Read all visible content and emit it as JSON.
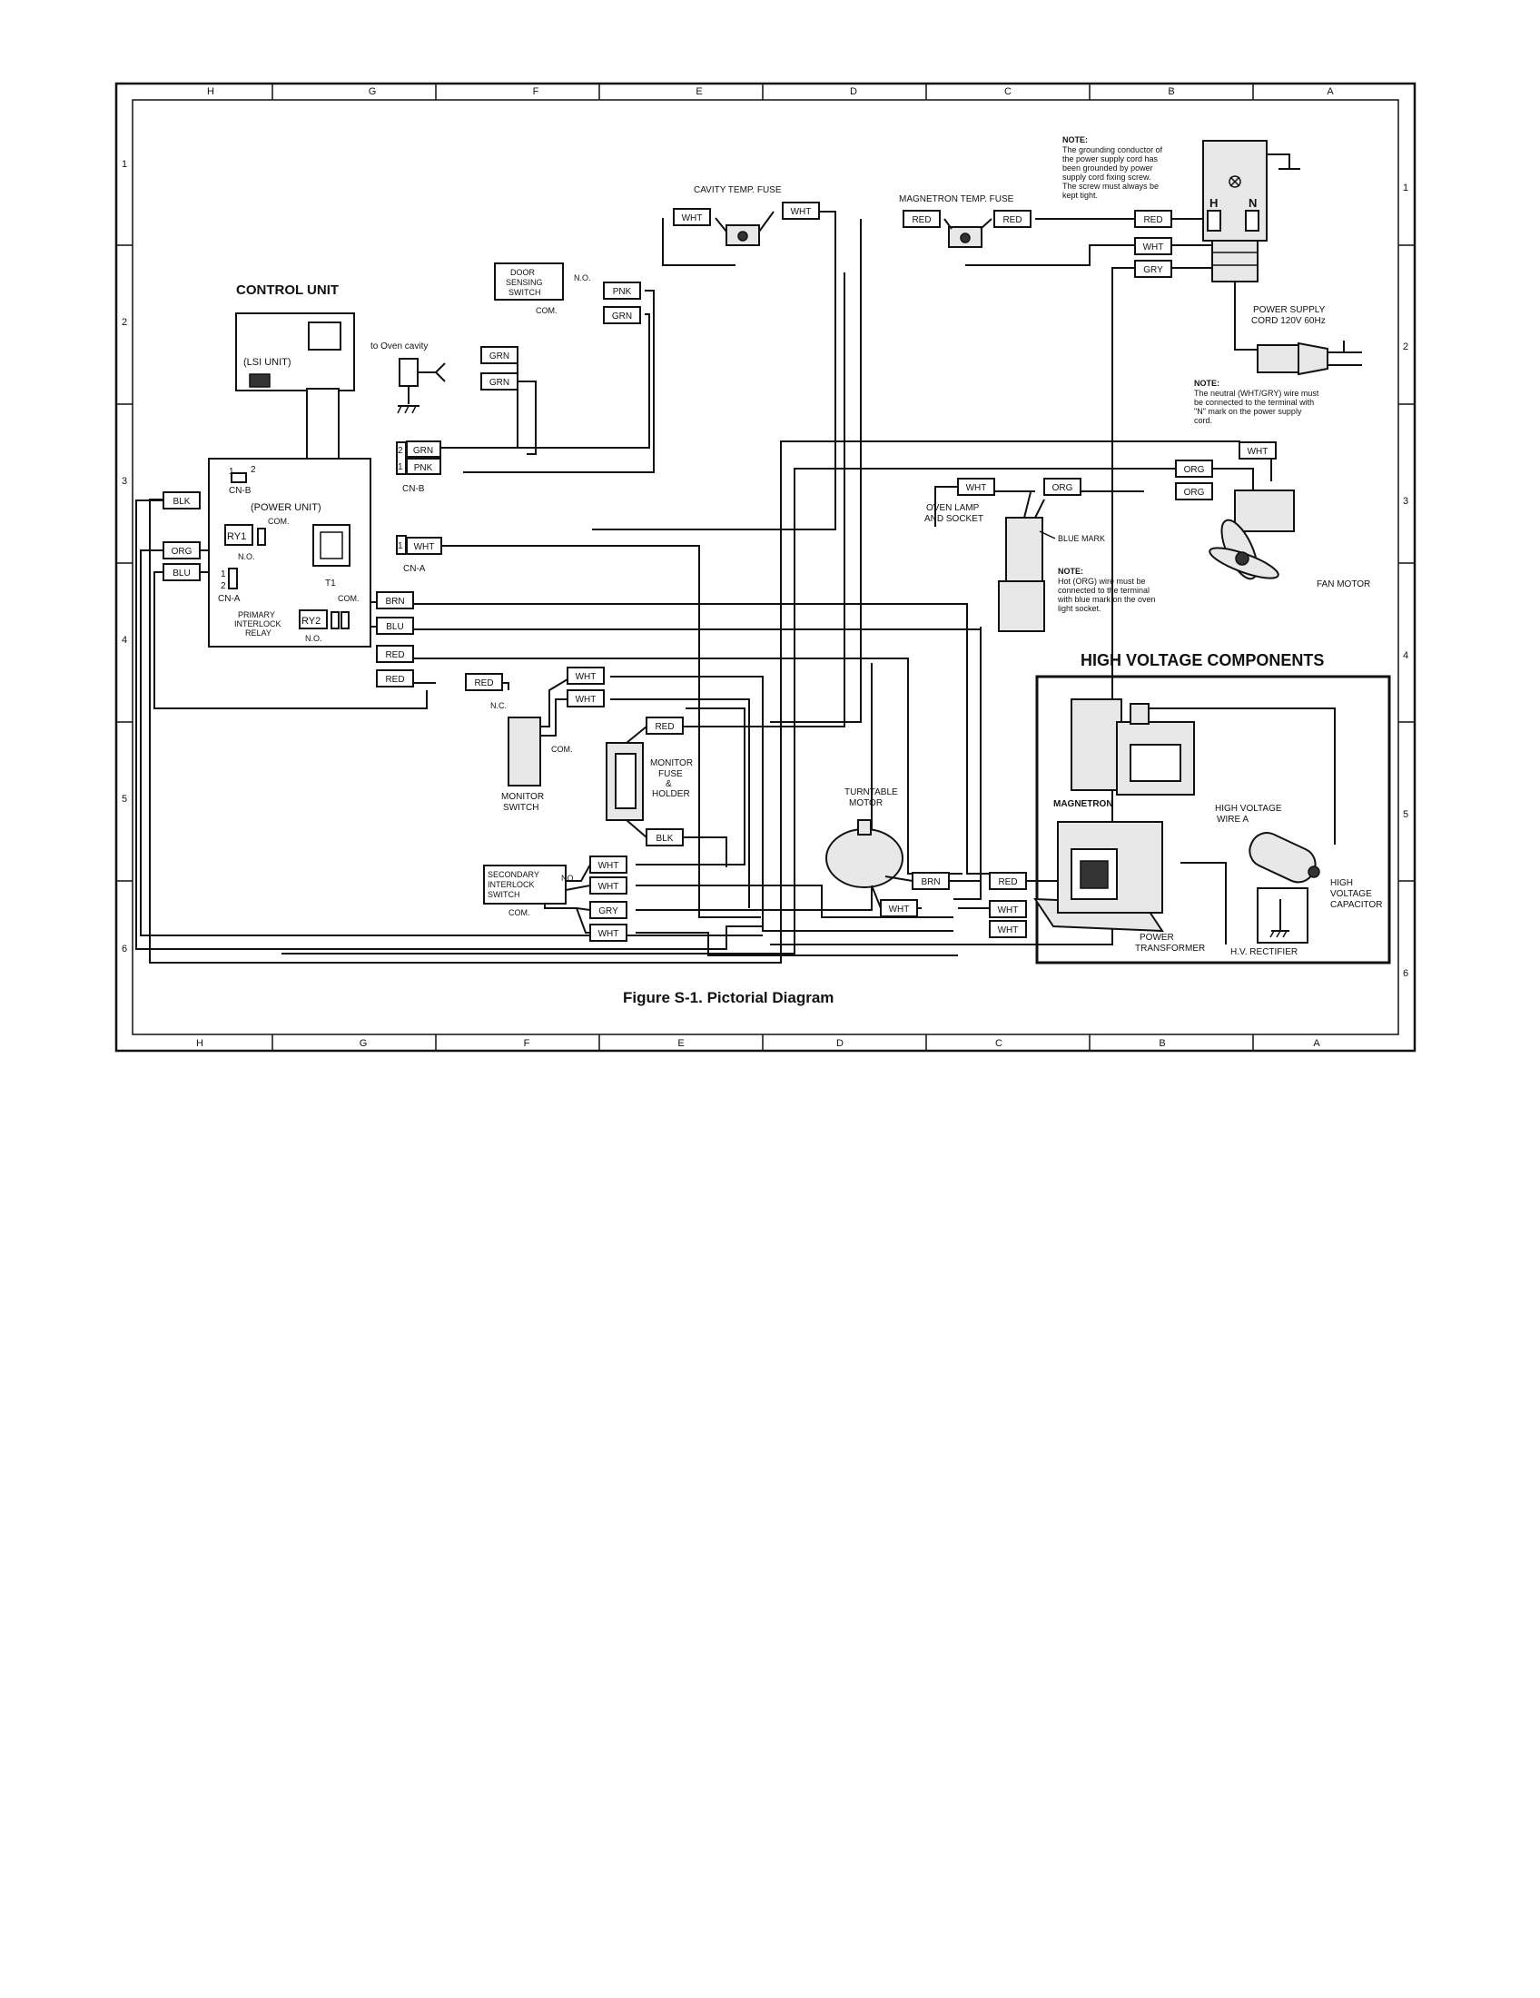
{
  "frame": {
    "cols_top": [
      "H",
      "G",
      "F",
      "E",
      "D",
      "C",
      "B",
      "A"
    ],
    "cols_bottom": [
      "H",
      "G",
      "F",
      "E",
      "D",
      "C",
      "B",
      "A"
    ],
    "rows_left": [
      "1",
      "2",
      "3",
      "4",
      "5",
      "6"
    ],
    "rows_right": [
      "1",
      "2",
      "3",
      "4",
      "5",
      "6"
    ]
  },
  "labels": {
    "control_unit": "CONTROL UNIT",
    "lsi_unit": "(LSI UNIT)",
    "power_unit": "(POWER UNIT)",
    "com": "COM.",
    "no": "N.O.",
    "nc": "N.C.",
    "no_short": "NO",
    "ry1": "RY1",
    "ry2": "RY2",
    "t1": "T1",
    "cn_b": "CN-B",
    "cn_a": "CN-A",
    "pin1": "1",
    "pin2": "2",
    "primary_relay": [
      "PRIMARY",
      "INTERLOCK",
      "RELAY"
    ],
    "to_oven_cavity": "to Oven cavity",
    "door_switch": [
      "DOOR",
      "SENSING",
      "SWITCH"
    ],
    "cavity_fuse": "CAVITY TEMP. FUSE",
    "magnetron_fuse": "MAGNETRON TEMP. FUSE",
    "h": "H",
    "n": "N",
    "power_cord": [
      "POWER SUPPLY",
      "CORD 120V 60Hz"
    ],
    "note_ground": [
      "NOTE:",
      "The grounding conductor of",
      "the power supply cord has",
      "been grounded by power",
      "supply cord fixing screw.",
      "The screw must always be",
      "kept tight."
    ],
    "note_neutral": [
      "NOTE:",
      "The neutral (WHT/GRY) wire must",
      "be connected to the terminal with",
      "\"N\" mark on the power supply",
      "cord."
    ],
    "oven_lamp": [
      "OVEN LAMP",
      "AND SOCKET"
    ],
    "blue_mark": "BLUE MARK",
    "note_hot": [
      "NOTE:",
      "Hot (ORG) wire must be",
      "connected to the terminal",
      "with blue mark on the oven",
      "light socket."
    ],
    "fan_motor": "FAN MOTOR",
    "hv_title": "HIGH VOLTAGE COMPONENTS",
    "magnetron": "MAGNETRON",
    "hv_wire": [
      "HIGH VOLTAGE",
      "WIRE A"
    ],
    "hv_capacitor": [
      "HIGH",
      "VOLTAGE",
      "CAPACITOR"
    ],
    "power_transformer": [
      "POWER",
      "TRANSFORMER"
    ],
    "hv_rectifier": "H.V. RECTIFIER",
    "monitor_switch": [
      "MONITOR",
      "SWITCH"
    ],
    "monitor_fuse": [
      "MONITOR",
      "FUSE",
      "&",
      "HOLDER"
    ],
    "turntable_motor": [
      "TURNTABLE",
      "MOTOR"
    ],
    "secondary_switch": [
      "SECONDARY",
      "INTERLOCK",
      "SWITCH"
    ],
    "caption": "Figure S-1. Pictorial Diagram"
  },
  "wire_tags": {
    "blk": "BLK",
    "org": "ORG",
    "blu": "BLU",
    "brn": "BRN",
    "red": "RED",
    "wht": "WHT",
    "grn": "GRN",
    "pnk": "PNK",
    "gry": "GRY"
  }
}
